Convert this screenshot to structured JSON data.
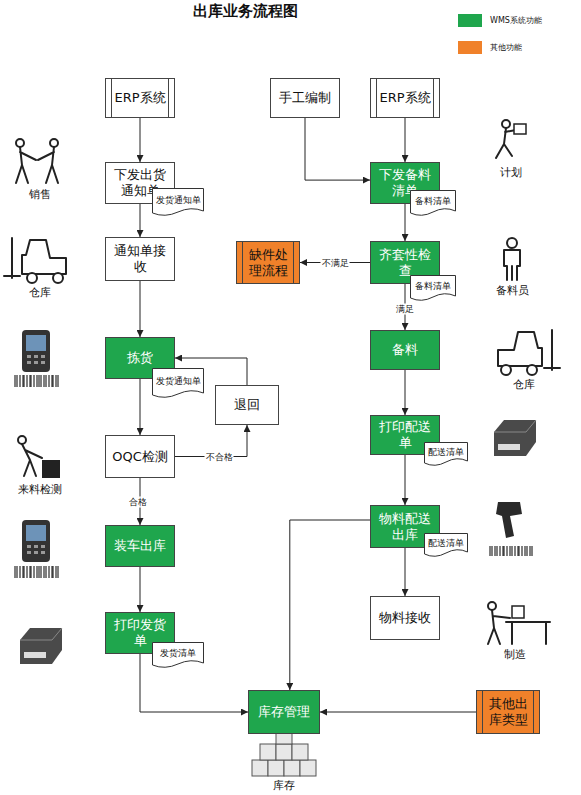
{
  "diagram": {
    "title": "出库业务流程图",
    "nodes": [
      {
        "text": [
          "ERP系统"
        ]
      },
      {
        "text": [
          "下发出货通知单"
        ]
      },
      {
        "text": [
          "发货通知单"
        ]
      },
      {
        "text": [
          "通知单接收"
        ]
      },
      {
        "text": [
          "拣货"
        ]
      },
      {
        "text": [
          "发货通知单"
        ]
      },
      {
        "text": [
          "退回"
        ]
      },
      {
        "text": [
          "OQC检测"
        ]
      },
      {
        "text": [
          "装车出库"
        ]
      },
      {
        "text": [
          "打印发货单"
        ]
      },
      {
        "text": [
          "发货清单"
        ]
      },
      {
        "text": [
          "手工编制"
        ]
      },
      {
        "text": [
          "ERP系统"
        ]
      },
      {
        "text": [
          "下发备料清单"
        ]
      },
      {
        "text": [
          "备料清单"
        ]
      },
      {
        "text": [
          "缺件处理流程"
        ]
      },
      {
        "text": [
          "齐套性检查"
        ]
      },
      {
        "text": [
          "备料清单"
        ]
      },
      {
        "text": [
          "备料"
        ]
      },
      {
        "text": [
          "打印配送单"
        ]
      },
      {
        "text": [
          "配送清单"
        ]
      },
      {
        "text": [
          "物料配送出库"
        ]
      },
      {
        "text": [
          "配送清单"
        ]
      },
      {
        "text": [
          "物料接收"
        ]
      },
      {
        "text": [
          "库存管理"
        ]
      },
      {
        "text": [
          "其他出库类型"
        ]
      }
    ],
    "edges": [
      {
        "from": 0,
        "to": 1,
        "arrow": "to"
      },
      {
        "from": 1,
        "to": 3,
        "arrow": "to"
      },
      {
        "from": 3,
        "to": 4,
        "arrow": "to"
      },
      {
        "from": 4,
        "to": 7,
        "arrow": "to"
      },
      {
        "from": 7,
        "to": 6,
        "label": "不合格",
        "arrow": "to"
      },
      {
        "from": 6,
        "to": 4,
        "arrow": "to"
      },
      {
        "from": 7,
        "to": 8,
        "label": "合格",
        "arrow": "to"
      },
      {
        "from": 8,
        "to": 9,
        "arrow": "to"
      },
      {
        "from": 9,
        "to": 24,
        "arrow": "to"
      },
      {
        "from": 11,
        "to": 13,
        "arrow": "to"
      },
      {
        "from": 12,
        "to": 13,
        "arrow": "to"
      },
      {
        "from": 13,
        "to": 16,
        "arrow": "to"
      },
      {
        "from": 16,
        "to": 15,
        "label": "不满足",
        "arrow": "to"
      },
      {
        "from": 16,
        "to": 18,
        "label": "满足",
        "arrow": "to"
      },
      {
        "from": 18,
        "to": 19,
        "arrow": "to"
      },
      {
        "from": 19,
        "to": 21,
        "arrow": "to"
      },
      {
        "from": 21,
        "to": 23,
        "arrow": "to"
      },
      {
        "from": 21,
        "to": 24,
        "arrow": "to"
      },
      {
        "from": 25,
        "to": 24,
        "arrow": "to"
      }
    ],
    "labels": [
      "销售",
      "仓库",
      "来料检测",
      "计划",
      "备料员",
      "仓库",
      "制造",
      "库存"
    ],
    "legend": [
      {
        "text": "WMS系统功能",
        "color": "#1fa64d"
      },
      {
        "text": "其他功能",
        "color": "#f0812a"
      }
    ]
  }
}
